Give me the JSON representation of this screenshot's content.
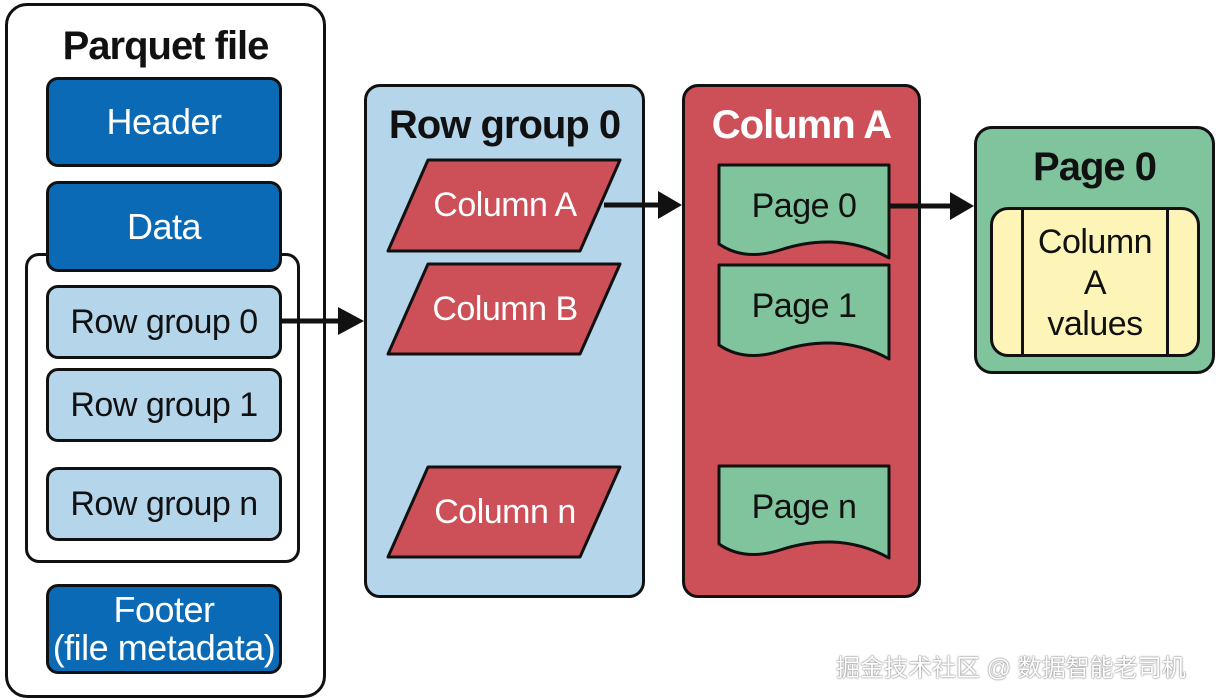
{
  "parquet_file": {
    "title": "Parquet file",
    "header_label": "Header",
    "data_label": "Data",
    "row_groups": [
      "Row group 0",
      "Row group 1",
      "Row group n"
    ],
    "footer_line1": "Footer",
    "footer_line2": "(file metadata)"
  },
  "row_group_panel": {
    "title": "Row group 0",
    "columns": [
      "Column A",
      "Column B",
      "Column n"
    ]
  },
  "column_panel": {
    "title": "Column A",
    "pages": [
      "Page 0",
      "Page 1",
      "Page n"
    ]
  },
  "page_panel": {
    "title": "Page 0",
    "values_lines": [
      "Column",
      "A",
      "values"
    ]
  },
  "watermark": "掘金技术社区 @ 数据智能老司机",
  "colors": {
    "dark_blue": "#0a6ab5",
    "light_blue": "#b5d5eb",
    "red": "#cd4f57",
    "green": "#7fc49c",
    "yellow": "#fdf5b8"
  }
}
